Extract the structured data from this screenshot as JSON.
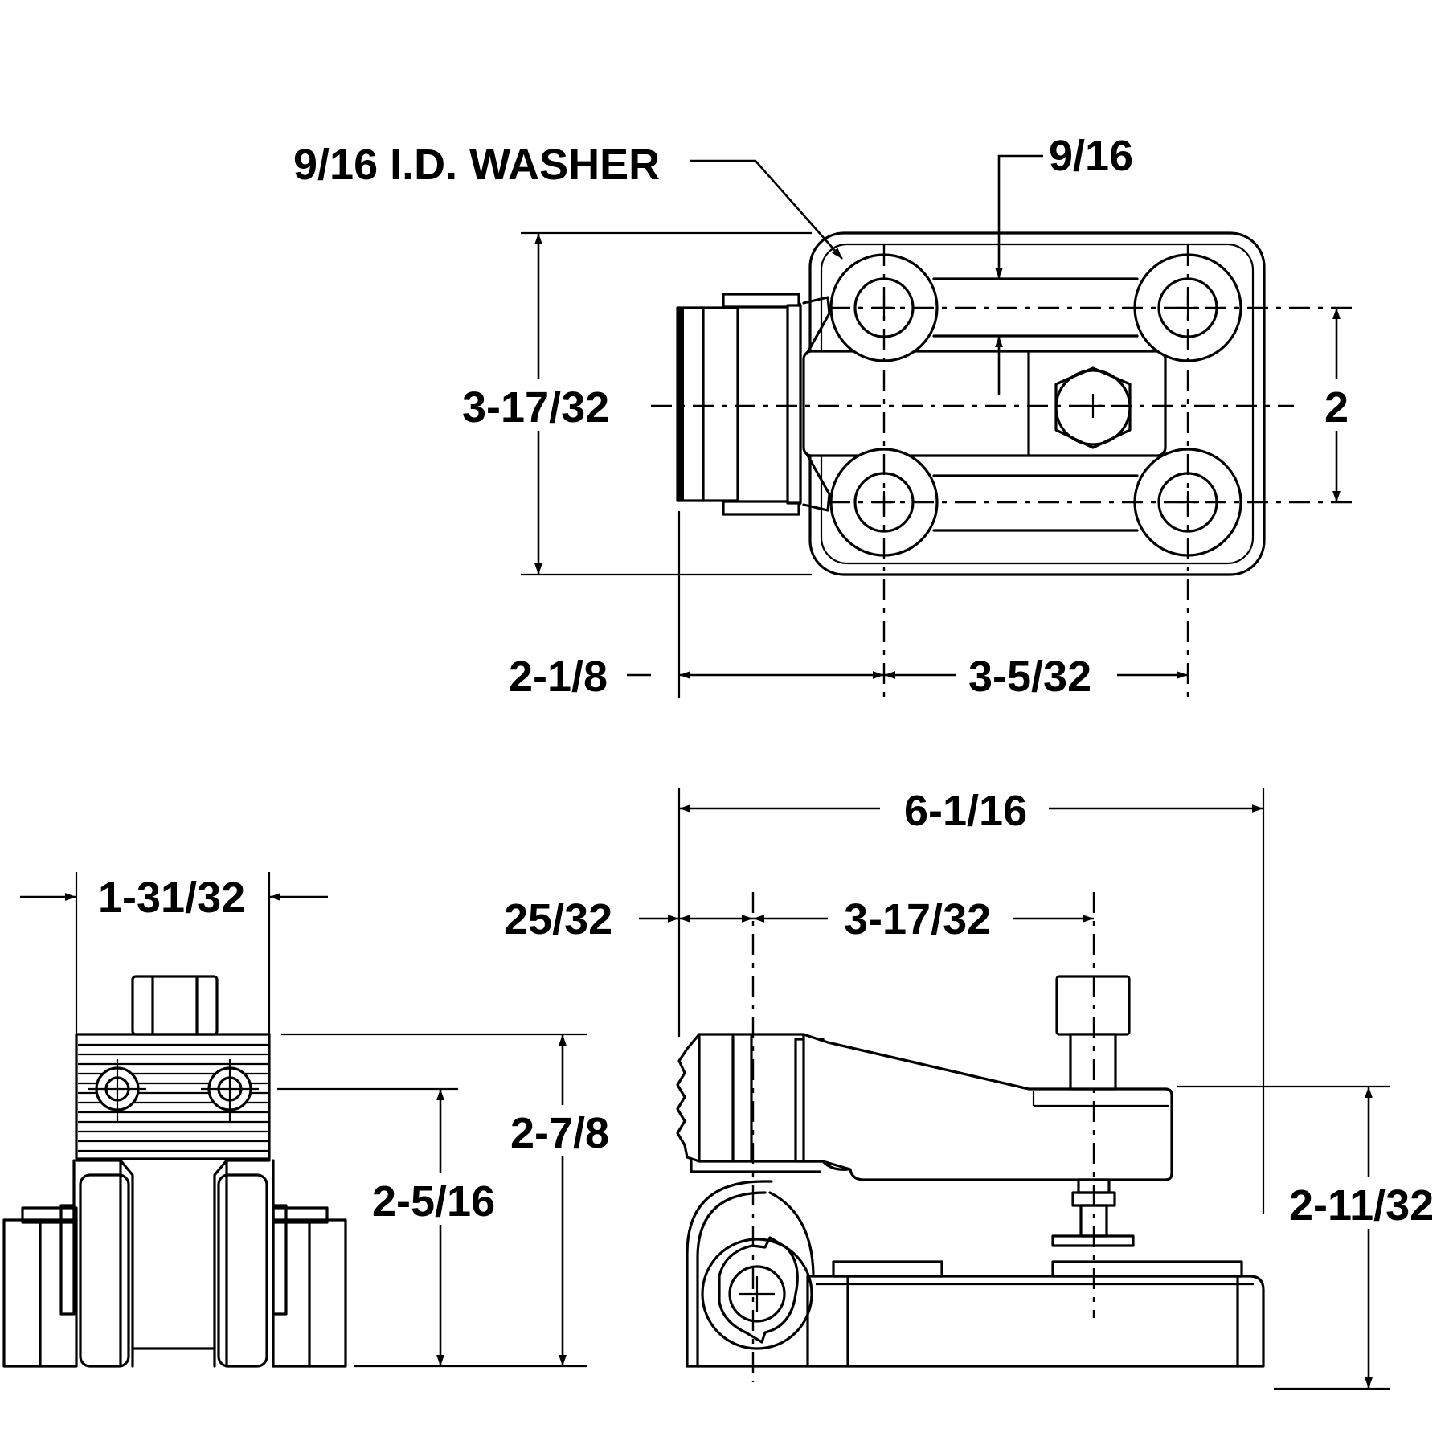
{
  "labels": {
    "washer": "9/16 I.D. WASHER",
    "top_slot": "9/16",
    "top_height": "3-17/32",
    "top_spacing": "2",
    "top_left": "2-1/8",
    "top_right": "3-5/32",
    "front_width": "1-31/32",
    "front_total_height": "2-7/8",
    "front_screw_height": "2-5/16",
    "side_length": "6-1/16",
    "side_offset": "25/32",
    "side_reach": "3-17/32",
    "side_height": "2-11/32"
  },
  "colors": {
    "ink": "#000000",
    "paper": "#ffffff"
  }
}
